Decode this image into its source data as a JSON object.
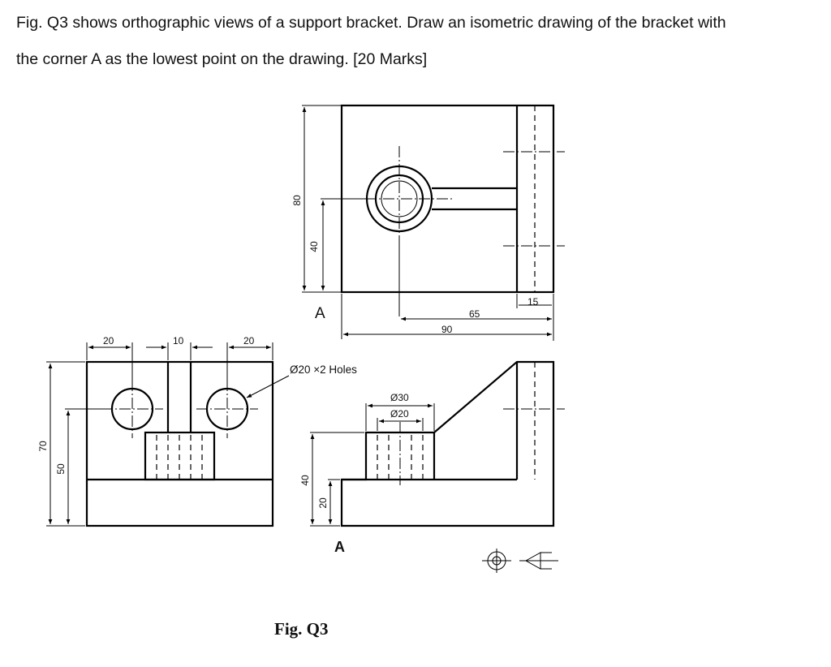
{
  "question": {
    "line1": "Fig. Q3 shows orthographic views of a support bracket. Draw an isometric drawing of the bracket with",
    "line2": "the corner A as the lowest point on the drawing. [20 Marks]"
  },
  "figure": {
    "caption": "Fig. Q3",
    "corner_label_top": "A",
    "corner_label_side": "A",
    "hole_note": "Ø20 ×2 Holes",
    "dims": {
      "top_80": "80",
      "top_40": "40",
      "top_15": "15",
      "top_65": "65",
      "top_90": "90",
      "front_20a": "20",
      "front_10": "10",
      "front_20b": "20",
      "front_70": "70",
      "front_50": "50",
      "side_d30": "Ø30",
      "side_d20": "Ø20",
      "side_40": "40",
      "side_20": "20"
    }
  }
}
